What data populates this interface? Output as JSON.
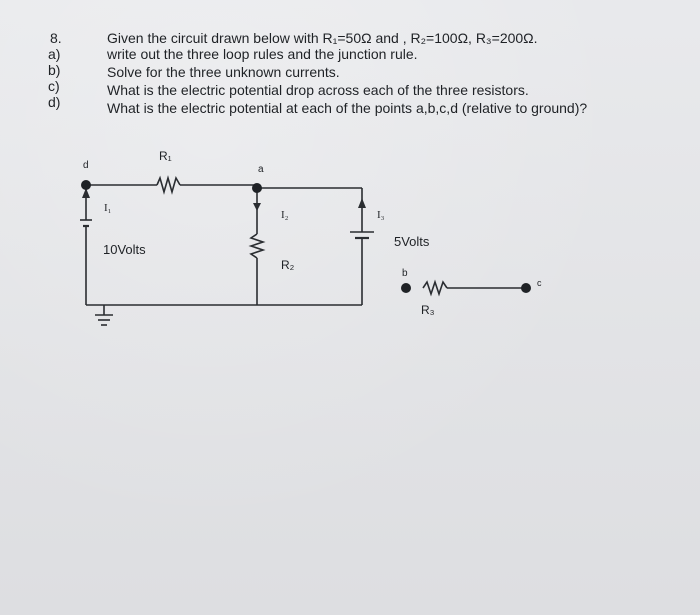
{
  "problem": {
    "number": "8.",
    "parts": [
      "a)",
      "b)",
      "c)",
      "d)"
    ],
    "lines": [
      "Given the circuit drawn below with R₁=50Ω and , R₂=100Ω, R₃=200Ω.",
      "write out the three loop rules and the junction rule.",
      "Solve for the three unknown currents.",
      "What is the electric potential drop across each of the three resistors.",
      "What is the electric potential at each of the points a,b,c,d (relative to ground)?"
    ]
  },
  "circuit": {
    "labels": {
      "d": "d",
      "a": "a",
      "b": "b",
      "c": "c",
      "r1": "R₁",
      "r2": "R₂",
      "r3": "R₃",
      "i1": "I₁",
      "i2": "I₂",
      "i3": "I₃",
      "v10": "10Volts",
      "v5": "5Volts"
    }
  }
}
